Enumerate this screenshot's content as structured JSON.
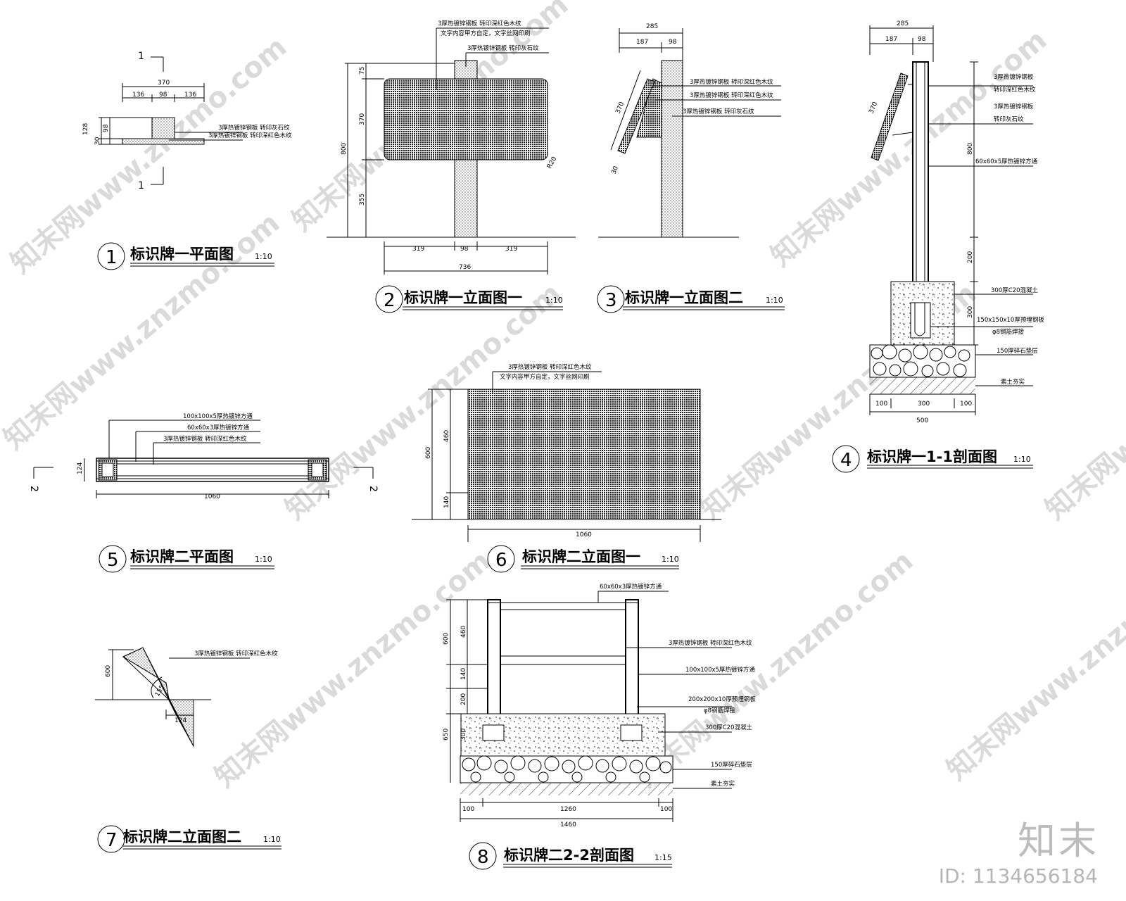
{
  "drawings": [
    {
      "num": "1",
      "title": "标识牌一平面图",
      "scale": "1:10"
    },
    {
      "num": "2",
      "title": "标识牌一立面图一",
      "scale": "1:10"
    },
    {
      "num": "3",
      "title": "标识牌一立面图二",
      "scale": "1:10"
    },
    {
      "num": "4",
      "title": "标识牌一1-1剖面图",
      "scale": "1:10"
    },
    {
      "num": "5",
      "title": "标识牌二平面图",
      "scale": "1:10"
    },
    {
      "num": "6",
      "title": "标识牌二立面图一",
      "scale": "1:10"
    },
    {
      "num": "7",
      "title": "标识牌二立面图二",
      "scale": "1:10"
    },
    {
      "num": "8",
      "title": "标识牌二2-2剖面图",
      "scale": "1:15"
    }
  ],
  "section_marks": {
    "s1": "1",
    "s2": "2"
  },
  "annotations": {
    "steel_stone": "3厚热镀锌钢板 转印灰石纹",
    "steel_redwood": "3厚热镀锌钢板 转印深红色木纹",
    "steel_redwood_short": "3厚热镀锌钢板",
    "redwood_line2": "转印深红色木纹",
    "stone_line2": "转印灰石纹",
    "text_content": "文字内容甲方自定，文字丝网印刷",
    "tube_60": "60x60x3厚热镀锌方通",
    "tube_60x5": "60x60x5厚热镀锌方通",
    "tube_100": "100x100x5厚热镀锌方通",
    "concrete": "300厚C20混凝土",
    "plate_150": "150x150x10厚预埋钢板",
    "plate_200": "200x200x10厚预埋钢板",
    "rebar": "φ8钢筋焊接",
    "gravel": "150厚碎石垫层",
    "soil": "素土夯实"
  },
  "dims": {
    "d1": [
      "370",
      "136",
      "98",
      "136",
      "128",
      "98",
      "30"
    ],
    "d2": [
      "75",
      "370",
      "800",
      "355",
      "319",
      "98",
      "319",
      "736",
      "R20"
    ],
    "d3": [
      "285",
      "187",
      "98",
      "370",
      "30"
    ],
    "d4": [
      "285",
      "187",
      "98",
      "370",
      "800",
      "200",
      "300",
      "100",
      "300",
      "100",
      "500"
    ],
    "d5": [
      "124",
      "1060"
    ],
    "d6": [
      "600",
      "460",
      "140",
      "1060"
    ],
    "d7": [
      "600",
      "155",
      "124"
    ],
    "d8": [
      "600",
      "460",
      "140",
      "200",
      "650",
      "300",
      "100",
      "1260",
      "100",
      "1460"
    ]
  },
  "watermark": "知末网www.znzmo.com",
  "brand": "知末",
  "brand_id": "ID: 1134656184"
}
